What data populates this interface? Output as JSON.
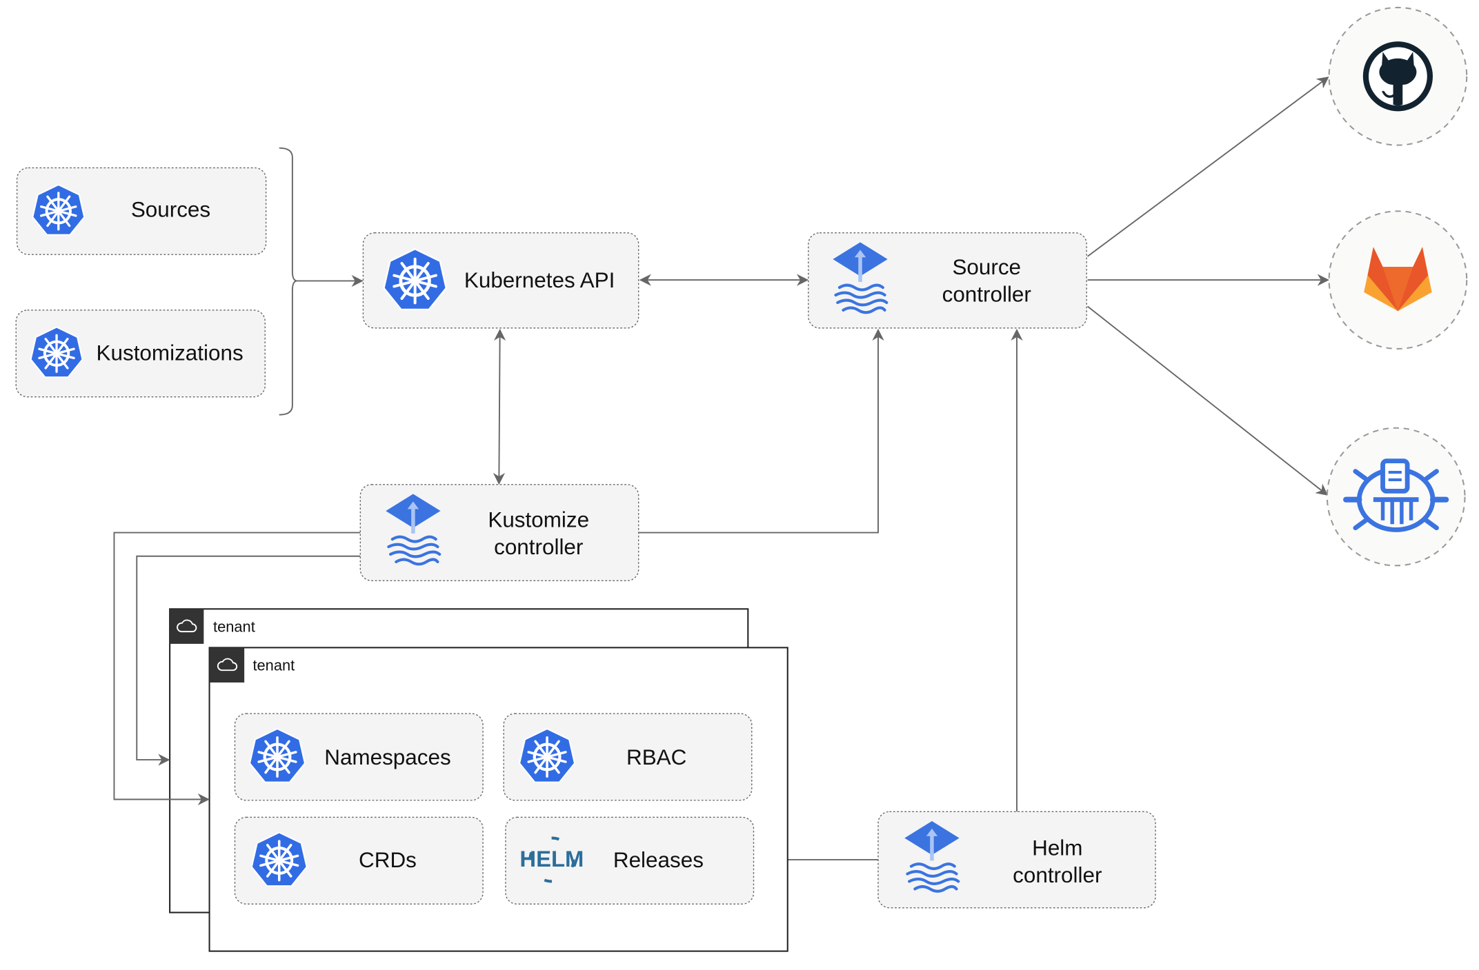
{
  "colors": {
    "k8s_blue": "#326ce5",
    "flux_blue": "#3b74e0",
    "edge": "#666666",
    "box_fill": "#f4f4f4",
    "github": "#12232f",
    "gitlab_orange": "#e8562a",
    "gitlab_yellow": "#f9a232"
  },
  "nodes": {
    "sources": {
      "label": "Sources",
      "icon": "kubernetes-icon"
    },
    "kustomizations": {
      "label": "Kustomizations",
      "icon": "kubernetes-icon"
    },
    "kubernetes_api": {
      "label": "Kubernetes API",
      "icon": "kubernetes-icon"
    },
    "source_controller": {
      "line1": "Source",
      "line2": "controller",
      "icon": "flux-icon"
    },
    "kustomize_controller": {
      "line1": "Kustomize",
      "line2": "controller",
      "icon": "flux-icon"
    },
    "helm_controller": {
      "line1": "Helm",
      "line2": "controller",
      "icon": "flux-icon"
    },
    "namespaces": {
      "label": "Namespaces",
      "icon": "kubernetes-icon"
    },
    "rbac": {
      "label": "RBAC",
      "icon": "kubernetes-icon"
    },
    "crds": {
      "label": "CRDs",
      "icon": "kubernetes-icon"
    },
    "releases": {
      "label": "Releases",
      "icon": "helm-icon",
      "icon_text": "HELM"
    }
  },
  "tenants": [
    {
      "label": "tenant",
      "icon": "cloud-icon"
    },
    {
      "label": "tenant",
      "icon": "cloud-icon"
    }
  ],
  "external": [
    {
      "icon": "github-icon"
    },
    {
      "icon": "gitlab-icon"
    },
    {
      "icon": "bucket-icon"
    }
  ]
}
